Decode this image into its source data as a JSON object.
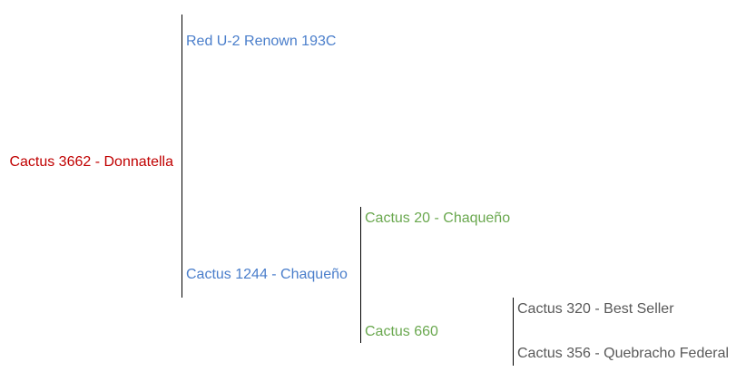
{
  "colors": {
    "root": "#c00000",
    "parents": "#4a7ecb",
    "grandparents": "#6aa84f",
    "great_grandparents": "#595959"
  },
  "pedigree": {
    "root": "Cactus 3662 - Donnatella",
    "sire": "Red U-2 Renown 193C",
    "dam": "Cactus 1244 - Chaqueño",
    "dam_sire": "Cactus 20 - Chaqueño",
    "dam_dam": "Cactus 660",
    "dam_dam_sire": "Cactus 320 - Best Seller",
    "dam_dam_dam": "Cactus 356 - Quebracho Federal"
  }
}
